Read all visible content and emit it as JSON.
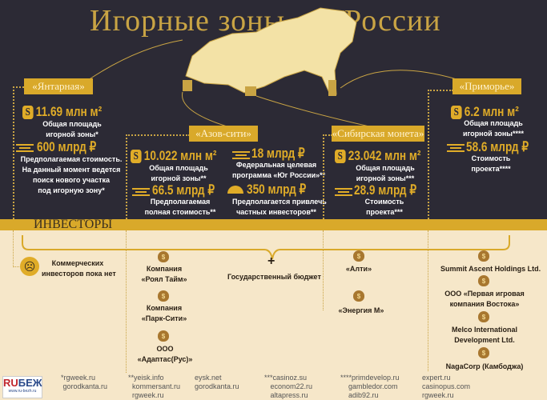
{
  "title": {
    "left": "Игорные зоны",
    "right": "России"
  },
  "zones": [
    {
      "name": "«Янтарная»",
      "area": "11.69 млн м²",
      "area_label": "Общая площадь\nигорной зоны*",
      "cost": "600 млрд ₽",
      "cost_label": "Предполагаемая стоимость.\nНа данный момент ведется\nпоиск нового участка\nпод игорную зону*"
    },
    {
      "name": "«Азов-сити»",
      "area": "10.022 млн м²",
      "area_label": "Общая площадь\nигорной зоны**",
      "cost": "66.5 млрд ₽",
      "cost_label": "Предполагаемая\nполная стоимость**",
      "federal": "18 млрд ₽",
      "federal_label": "Федеральная целевая\nпрограмма «Юг России»**",
      "private": "350 млрд ₽",
      "private_label": "Предполагается привлечь\nчастных инвесторов**"
    },
    {
      "name": "«Сибирская монета»",
      "area": "23.042 млн м²",
      "area_label": "Общая площадь\nигорной зоны***",
      "cost": "28.9 млрд ₽",
      "cost_label": "Стоимость\nпроекта***"
    },
    {
      "name": "«Приморье»",
      "area": "6.2 млн м²",
      "area_label": "Общая площадь\nигорной зоны****",
      "cost": "58.6 млрд ₽",
      "cost_label": "Стоимость\nпроекта****"
    }
  ],
  "investors": {
    "heading": "ИНВЕСТОРЫ",
    "none": "Коммерческих\nинвесторов пока нет",
    "azov": [
      "Компания\n«Роял Тайм»",
      "Компания\n«Парк-Сити»",
      "ООО\n«Адаптас(Рус)»"
    ],
    "budget_plus": "+",
    "budget": "Государственный бюджет",
    "siberia": [
      "«Алти»",
      "«Энергия М»"
    ],
    "primorye": [
      "Summit Ascent Holdings Ltd.",
      "ООО «Первая игровая\nкомпания Востока»",
      "Melco International\nDevelopment Ltd.",
      "NagaCorp (Камбоджа)"
    ]
  },
  "logo": {
    "text": "RUБЕЖ",
    "sub": "www.ru-bezh.ru"
  },
  "sources": [
    "*rgweek.ru\n gorodkanta.ru",
    "**yeisk.info\n  kommersant.ru\n  rgweek.ru",
    "eysk.net\ngorodkanta.ru",
    "***casinoz.su\n   econom22.ru\n   altapress.ru",
    "****primdevelop.ru\n    gambledor.com\n    adib92.ru",
    "expert.ru\ncasinopus.com\nrgweek.ru"
  ],
  "colors": {
    "dark": "#2c2a35",
    "gold": "#d9a92a",
    "beige": "#f6e7c9"
  }
}
